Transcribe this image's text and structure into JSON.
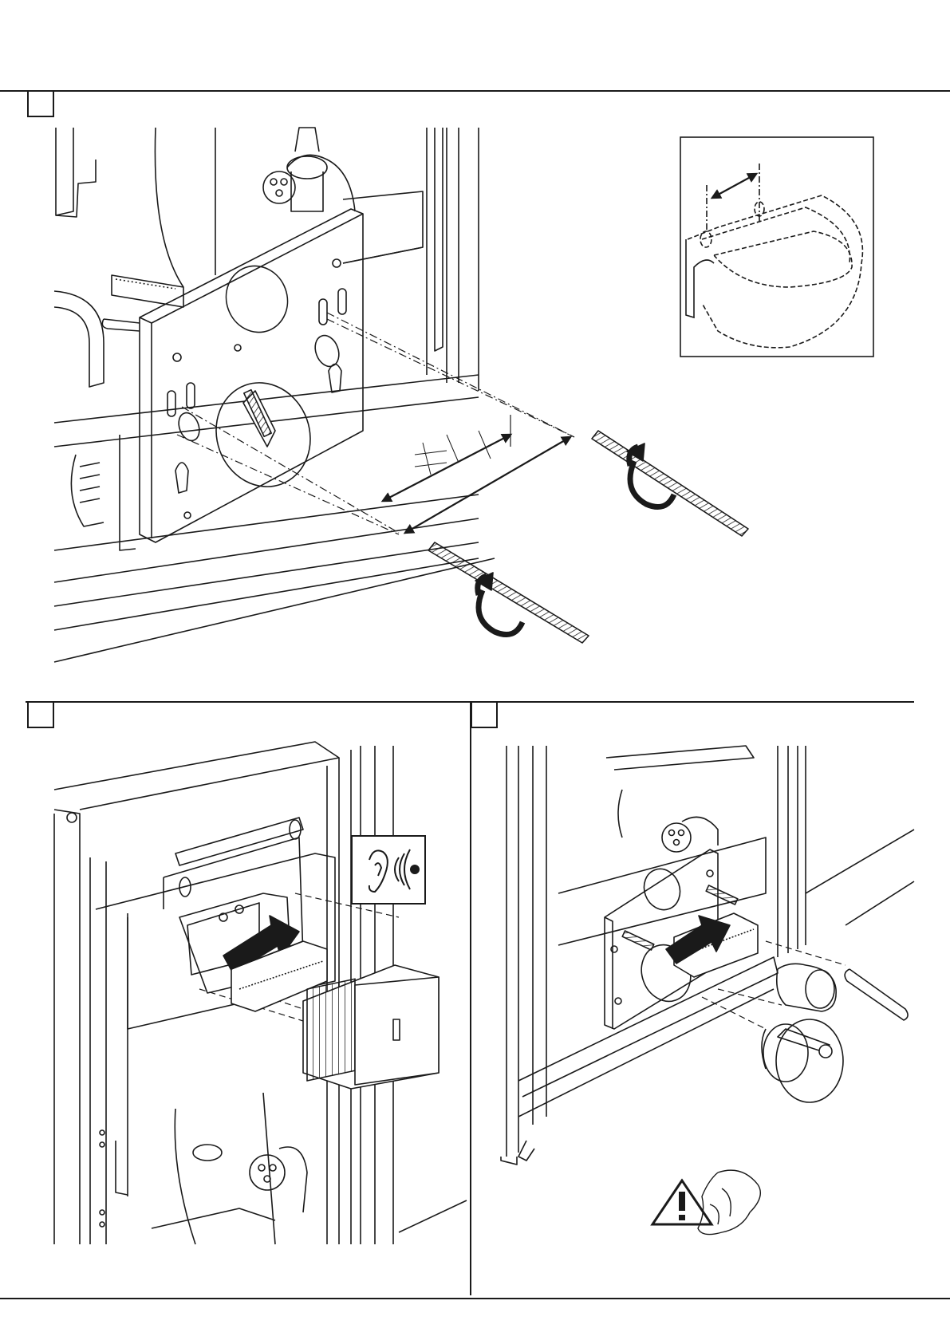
{
  "document": {
    "title": "",
    "steps": [
      {
        "id": "step-1",
        "number": "",
        "caption": ""
      },
      {
        "id": "step-2",
        "number": "",
        "caption": ""
      },
      {
        "id": "step-3",
        "number": "",
        "caption": ""
      }
    ]
  },
  "icons": {
    "inset": "wall-hung-toilet-inset-icon",
    "hearing": "ear-click-sound-icon",
    "warning": "warning-triangle-icon",
    "cloth": "cleaning-cloth-icon"
  },
  "colors": {
    "ink": "#1a1a1a",
    "paper": "#ffffff",
    "grey": "#9a9a9a"
  }
}
